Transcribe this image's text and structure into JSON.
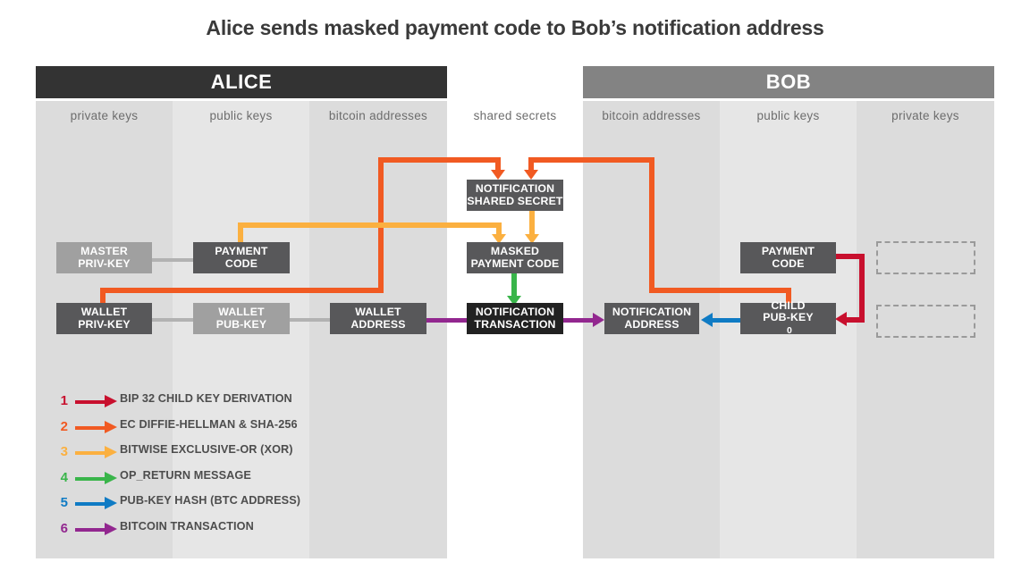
{
  "title": "Alice sends masked payment code to Bob’s notification address",
  "parties": [
    {
      "name": "ALICE",
      "color": "#333333"
    },
    {
      "name": "BOB",
      "color": "#838383"
    }
  ],
  "columns": [
    {
      "caption": "private keys",
      "owner": "alice"
    },
    {
      "caption": "public keys",
      "owner": "alice"
    },
    {
      "caption": "bitcoin addresses",
      "owner": "alice"
    },
    {
      "caption": "shared secrets",
      "owner": "shared"
    },
    {
      "caption": "bitcoin addresses",
      "owner": "bob"
    },
    {
      "caption": "public keys",
      "owner": "bob"
    },
    {
      "caption": "private keys",
      "owner": "bob"
    }
  ],
  "nodes": {
    "alice_master_privkey": {
      "line1": "MASTER",
      "line2": "PRIV-KEY"
    },
    "alice_payment_code": {
      "line1": "PAYMENT",
      "line2": "CODE"
    },
    "alice_wallet_privkey": {
      "line1": "WALLET",
      "line2": "PRIV-KEY"
    },
    "alice_wallet_pubkey": {
      "line1": "WALLET",
      "line2": "PUB-KEY"
    },
    "alice_wallet_address": {
      "line1": "WALLET",
      "line2": "ADDRESS"
    },
    "notification_secret": {
      "line1": "NOTIFICATION",
      "line2": "SHARED SECRET"
    },
    "masked_payment_code": {
      "line1": "MASKED",
      "line2": "PAYMENT CODE"
    },
    "notification_tx": {
      "line1": "NOTIFICATION",
      "line2": "TRANSACTION"
    },
    "bob_notification_addr": {
      "line1": "NOTIFICATION",
      "line2": "ADDRESS"
    },
    "bob_child_pubkey": {
      "line1": "CHILD",
      "line2": "PUB-KEY",
      "index": "0"
    },
    "bob_payment_code": {
      "line1": "PAYMENT",
      "line2": "CODE"
    }
  },
  "legend": [
    {
      "num": "1",
      "label": "BIP 32 CHILD KEY DERIVATION",
      "color": "#c8102e"
    },
    {
      "num": "2",
      "label": "EC DIFFIE-HELLMAN & SHA-256",
      "color": "#f15a22"
    },
    {
      "num": "3",
      "label": "BITWISE EXCLUSIVE-OR (XOR)",
      "color": "#fbb040"
    },
    {
      "num": "4",
      "label": "OP_RETURN MESSAGE",
      "color": "#39b54a"
    },
    {
      "num": "5",
      "label": "PUB-KEY HASH (BTC ADDRESS)",
      "color": "#0f7bc4"
    },
    {
      "num": "6",
      "label": "BITCOIN TRANSACTION",
      "color": "#92278f"
    }
  ],
  "palette": {
    "band_dark": "#dcdcdc",
    "band_light": "#e6e6e6",
    "node_dark": "#58585a",
    "node_mid": "#a0a0a0",
    "node_black": "#222222",
    "connector_grey": "#b2b2b2",
    "red": "#c8102e",
    "orange": "#f15a22",
    "yellow": "#fbb040",
    "green": "#39b54a",
    "blue": "#0f7bc4",
    "purple": "#92278f"
  }
}
